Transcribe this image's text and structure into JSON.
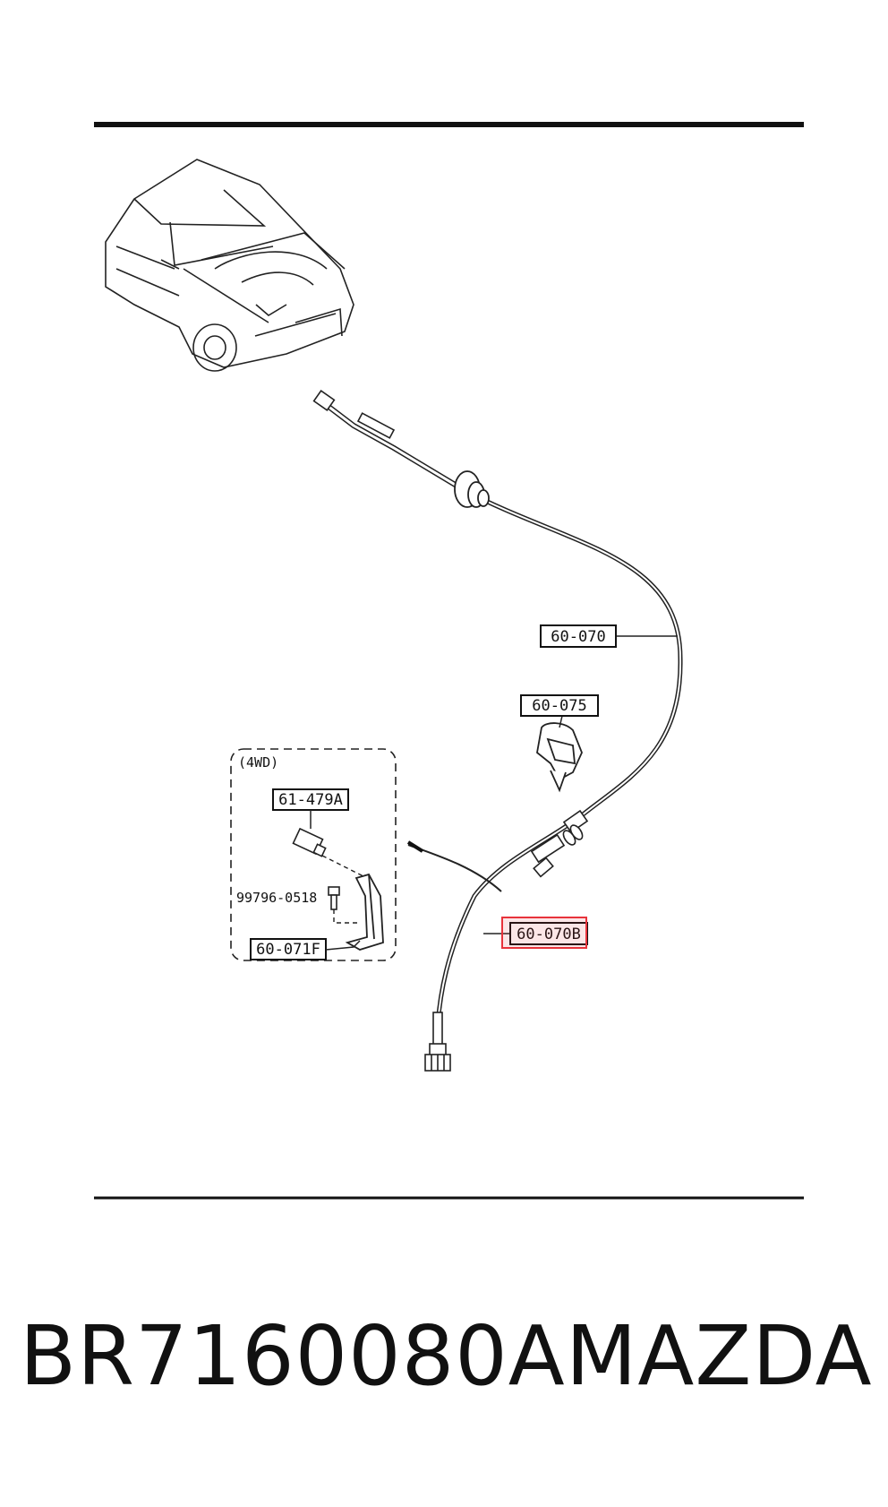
{
  "diagram": {
    "callouts": {
      "cable_main": "60-070",
      "clip": "60-075",
      "sensor": "61-479A",
      "bolt": "99796-0518",
      "bracket": "60-071F",
      "cable_lower": "60-070B"
    },
    "inset_label": "(4WD)",
    "highlighted_callout": "60-070B",
    "highlight_color": "#e8333b"
  },
  "footer": {
    "part_number": "BR7160080A",
    "brand": "MAZDA"
  }
}
